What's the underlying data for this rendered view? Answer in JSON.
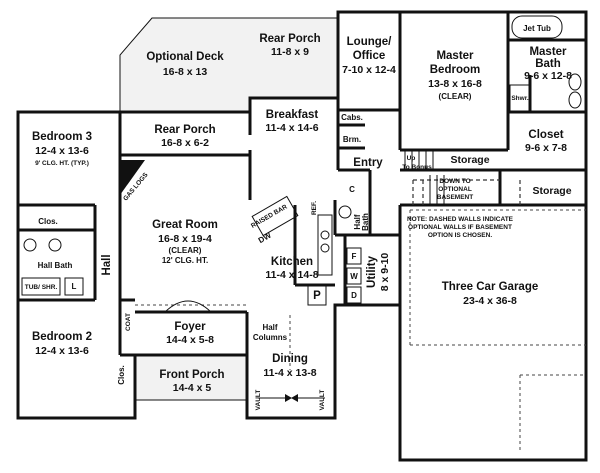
{
  "rooms": {
    "optional_deck": {
      "name": "Optional Deck",
      "dim": "16-8 x 13"
    },
    "rear_porch_top": {
      "name": "Rear Porch",
      "dim": "11-8 x 9"
    },
    "lounge": {
      "name1": "Lounge/",
      "name2": "Office",
      "dim": "7-10 x 12-4"
    },
    "master_bedroom": {
      "name1": "Master",
      "name2": "Bedroom",
      "dim": "13-8 x 16-8",
      "note": "(CLEAR)"
    },
    "jet_tub": {
      "name": "Jet Tub"
    },
    "master_bath": {
      "name1": "Master",
      "name2": "Bath",
      "dim": "9-6 x 12-8"
    },
    "shwr": {
      "name": "Shwr."
    },
    "breakfast": {
      "name": "Breakfast",
      "dim": "11-4 x 14-6"
    },
    "rear_porch": {
      "name": "Rear Porch",
      "dim": "16-8 x 6-2"
    },
    "bedroom3": {
      "name": "Bedroom 3",
      "dim": "12-4 x 13-6",
      "note": "9' CLG. HT. (TYP.)"
    },
    "cabs": {
      "name": "Cabs."
    },
    "brm": {
      "name": "Brm."
    },
    "entry": {
      "name": "Entry"
    },
    "closet": {
      "name": "Closet",
      "dim": "9-6 x 7-8"
    },
    "storage1": {
      "name": "Storage"
    },
    "storage2": {
      "name": "Storage"
    },
    "up_bonus": {
      "name1": "Up",
      "name2": "To Bonus"
    },
    "down_to": {
      "line1": "DOWN TO",
      "line2": "OPTIONAL",
      "line3": "BASEMENT"
    },
    "note": {
      "line1": "NOTE: DASHED WALLS INDICATE",
      "line2": "OPTIONAL WALLS IF BASEMENT",
      "line3": "OPTION IS CHOSEN."
    },
    "gas_logs": {
      "name": "GAS LOGS"
    },
    "great_room": {
      "name": "Great Room",
      "dim": "16-8 x 19-4",
      "note": "(CLEAR)",
      "note2": "12' CLG. HT."
    },
    "raised_bar": {
      "name": "RAISED BAR"
    },
    "dw": {
      "name": "DW"
    },
    "ref": {
      "name": "REF."
    },
    "c": {
      "name": "C"
    },
    "half_bath": {
      "name1": "Half",
      "name2": "Bath"
    },
    "kitchen": {
      "name": "Kitchen",
      "dim": "11-4 x 14-8"
    },
    "utility": {
      "name": "Utility",
      "dim": "8 x 9-10"
    },
    "f": {
      "name": "F"
    },
    "w": {
      "name": "W"
    },
    "d": {
      "name": "D"
    },
    "p": {
      "name": "P"
    },
    "clos1": {
      "name": "Clos."
    },
    "hall_bath": {
      "name": "Hall Bath"
    },
    "tub_shr": {
      "name": "TUB/ SHR."
    },
    "l": {
      "name": "L"
    },
    "hall": {
      "name": "Hall"
    },
    "three_car_garage": {
      "name": "Three Car Garage",
      "dim": "23-4 x 36-8"
    },
    "foyer": {
      "name": "Foyer",
      "dim": "14-4 x 5-8"
    },
    "coat": {
      "name": "COAT"
    },
    "half_columns": {
      "name1": "Half",
      "name2": "Columns"
    },
    "bedroom2": {
      "name": "Bedroom 2",
      "dim": "12-4 x 13-6"
    },
    "clos2": {
      "name": "Clos."
    },
    "front_porch": {
      "name": "Front Porch",
      "dim": "14-4 x 5"
    },
    "dining": {
      "name": "Dining",
      "dim": "11-4 x 13-8"
    },
    "vault_left": {
      "name": "VAULT"
    },
    "vault_right": {
      "name": "VAULT"
    }
  }
}
